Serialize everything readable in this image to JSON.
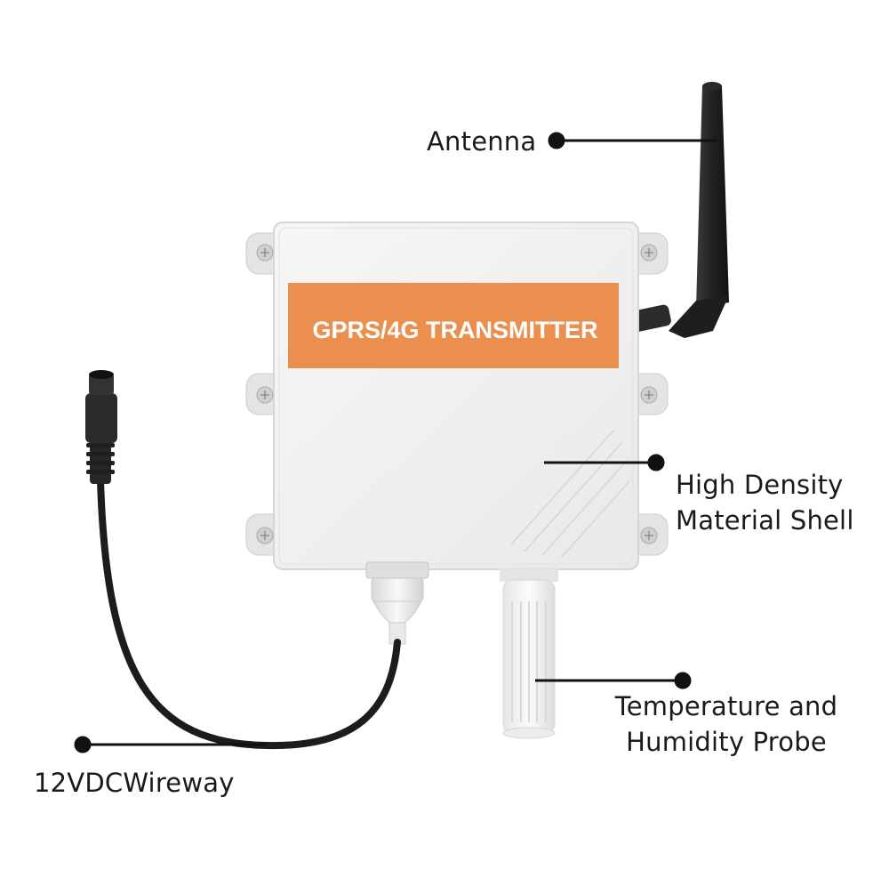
{
  "device": {
    "label": "GPRS/4G TRANSMITTER"
  },
  "colors": {
    "enclosure": "#f1f1f1",
    "label_band": "#eb8f4e",
    "label_text": "#ffffff",
    "antenna": "#2a2a2a",
    "cable": "#1c1c1c",
    "probe": "#f7f7f7",
    "callout": "#111111"
  },
  "callouts": {
    "antenna": {
      "label": "Antenna"
    },
    "shell": {
      "line1": "High Density",
      "line2": "Material Shell"
    },
    "probe": {
      "line1": "Temperature and",
      "line2": "Humidity Probe"
    },
    "power": {
      "label": "12VDCWireway"
    }
  }
}
